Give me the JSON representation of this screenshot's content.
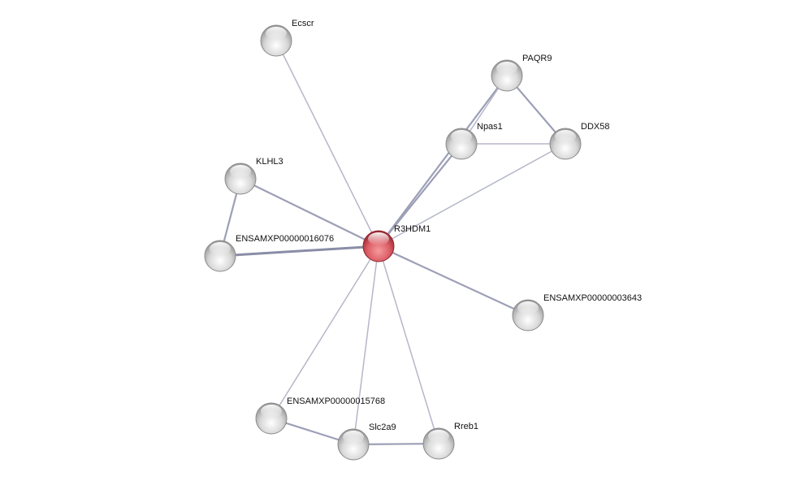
{
  "network": {
    "query_color": "#e06a70",
    "node_color": "#dcdcdc",
    "edge_color": "#a9abc0",
    "nodes": [
      {
        "id": "Ecscr",
        "label": "Ecscr"
      },
      {
        "id": "PAQR9",
        "label": "PAQR9"
      },
      {
        "id": "Npas1",
        "label": "Npas1"
      },
      {
        "id": "DDX58",
        "label": "DDX58"
      },
      {
        "id": "KLHL3",
        "label": "KLHL3"
      },
      {
        "id": "ENSAMXP00000016076",
        "label": "ENSAMXP00000016076"
      },
      {
        "id": "R3HDM1",
        "label": "R3HDM1",
        "query": true
      },
      {
        "id": "ENSAMXP00000003643",
        "label": "ENSAMXP00000003643"
      },
      {
        "id": "ENSAMXP00000015768",
        "label": "ENSAMXP00000015768"
      },
      {
        "id": "Slc2a9",
        "label": "Slc2a9"
      },
      {
        "id": "Rreb1",
        "label": "Rreb1"
      }
    ],
    "edges": [
      [
        "R3HDM1",
        "Ecscr",
        1
      ],
      [
        "R3HDM1",
        "KLHL3",
        2
      ],
      [
        "R3HDM1",
        "ENSAMXP00000016076",
        3
      ],
      [
        "R3HDM1",
        "Npas1",
        2
      ],
      [
        "R3HDM1",
        "PAQR9",
        2
      ],
      [
        "R3HDM1",
        "DDX58",
        1
      ],
      [
        "R3HDM1",
        "ENSAMXP00000003643",
        2
      ],
      [
        "R3HDM1",
        "ENSAMXP00000015768",
        1
      ],
      [
        "R3HDM1",
        "Slc2a9",
        1
      ],
      [
        "R3HDM1",
        "Rreb1",
        1
      ],
      [
        "KLHL3",
        "ENSAMXP00000016076",
        2
      ],
      [
        "PAQR9",
        "DDX58",
        2
      ],
      [
        "Npas1",
        "DDX58",
        1
      ],
      [
        "Npas1",
        "PAQR9",
        1
      ],
      [
        "ENSAMXP00000015768",
        "Slc2a9",
        2
      ],
      [
        "Slc2a9",
        "Rreb1",
        2
      ]
    ]
  }
}
